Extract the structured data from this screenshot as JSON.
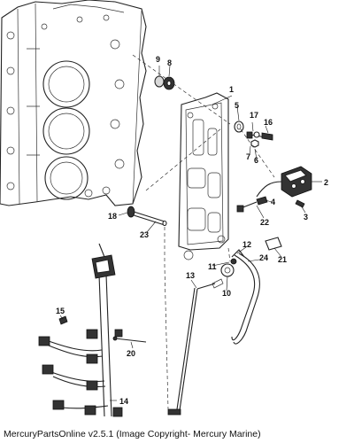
{
  "footer": {
    "text": "MercuryPartsOnline v2.5.1 (Image Copyright- Mercury Marine)"
  },
  "callouts": {
    "c1": "1",
    "c2": "2",
    "c3": "3",
    "c4": "4",
    "c5": "5",
    "c6": "6",
    "c7": "7",
    "c8": "8",
    "c9": "9",
    "c10": "10",
    "c11": "11",
    "c12": "12",
    "c13": "13",
    "c14": "14",
    "c15": "15",
    "c16": "16",
    "c17": "17",
    "c18": "18",
    "c20": "20",
    "c21": "21",
    "c22": "22",
    "c23": "23",
    "c24": "24"
  }
}
